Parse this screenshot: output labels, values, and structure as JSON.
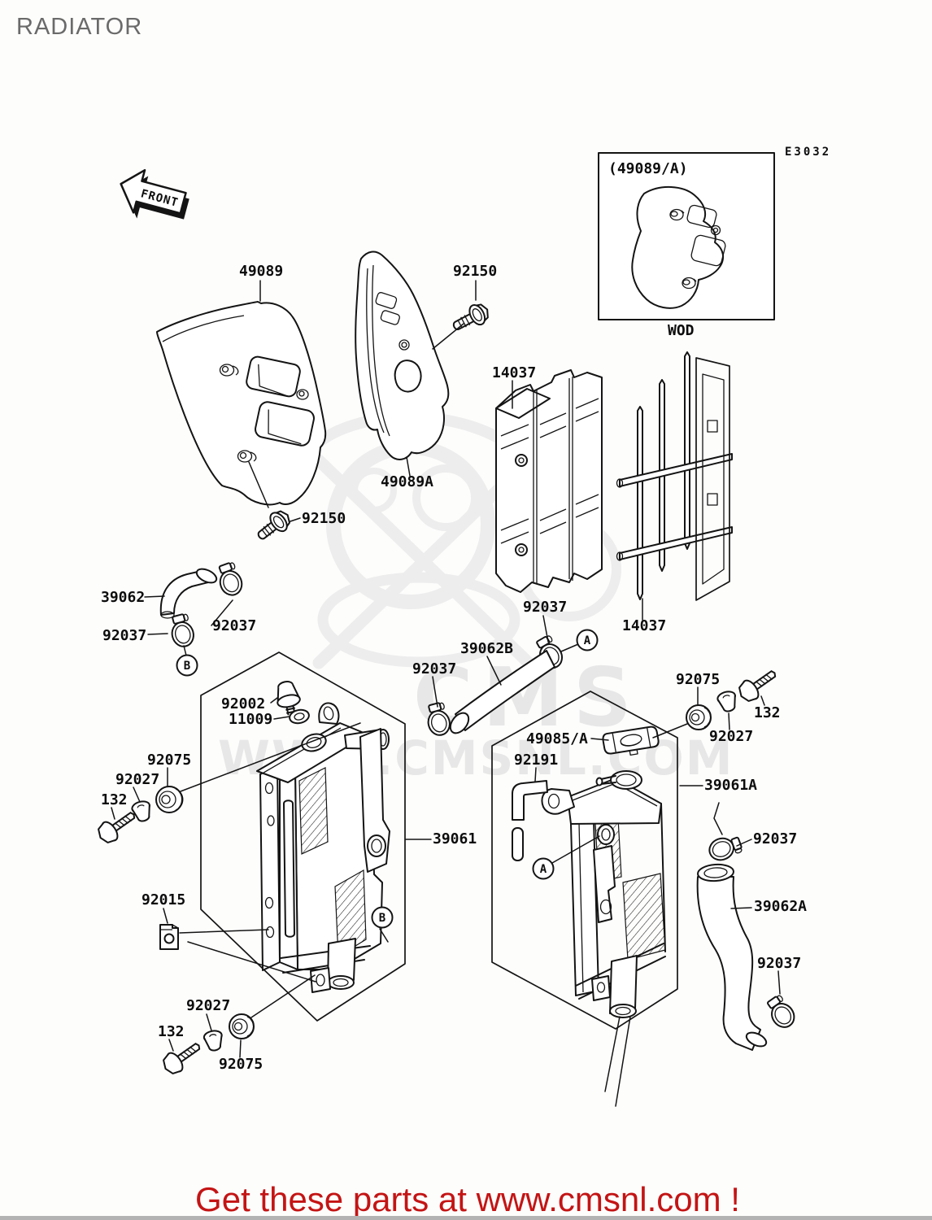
{
  "page": {
    "title": "RADIATOR",
    "diagram_code": "E3032",
    "footer_text": "Get these parts at www.cmsnl.com !",
    "watermark": {
      "brand": "CMS",
      "url_text": "WWW.CMSNL.COM"
    }
  },
  "inset": {
    "label": "(49089/A)",
    "caption": "WOD"
  },
  "front_arrow_label": "FRONT",
  "colors": {
    "line": "#141414",
    "title_gray": "#6a6a6a",
    "footer_red": "#c41414",
    "watermark_gray": "#e7e7e7",
    "background": "#fdfdfc",
    "bottom_strip": "#b3b3b3"
  },
  "labels": [
    {
      "text": "49089"
    },
    {
      "text": "92150"
    },
    {
      "text": "14037"
    },
    {
      "text": "49089A"
    },
    {
      "text": "92150"
    },
    {
      "text": "39062"
    },
    {
      "text": "92037"
    },
    {
      "text": "92037"
    },
    {
      "text": "92037"
    },
    {
      "text": "39062B"
    },
    {
      "text": "92037"
    },
    {
      "text": "14037"
    },
    {
      "text": "92002"
    },
    {
      "text": "11009"
    },
    {
      "text": "92075"
    },
    {
      "text": "92027"
    },
    {
      "text": "132"
    },
    {
      "text": "49085/A"
    },
    {
      "text": "92191"
    },
    {
      "text": "92075"
    },
    {
      "text": "132"
    },
    {
      "text": "92027"
    },
    {
      "text": "39061A"
    },
    {
      "text": "39061"
    },
    {
      "text": "92037"
    },
    {
      "text": "39062A"
    },
    {
      "text": "92015"
    },
    {
      "text": "92037"
    },
    {
      "text": "92027"
    },
    {
      "text": "132"
    },
    {
      "text": "92075"
    }
  ],
  "callouts": [
    {
      "letter": "B"
    },
    {
      "letter": "A"
    },
    {
      "letter": "A"
    },
    {
      "letter": "B"
    }
  ]
}
